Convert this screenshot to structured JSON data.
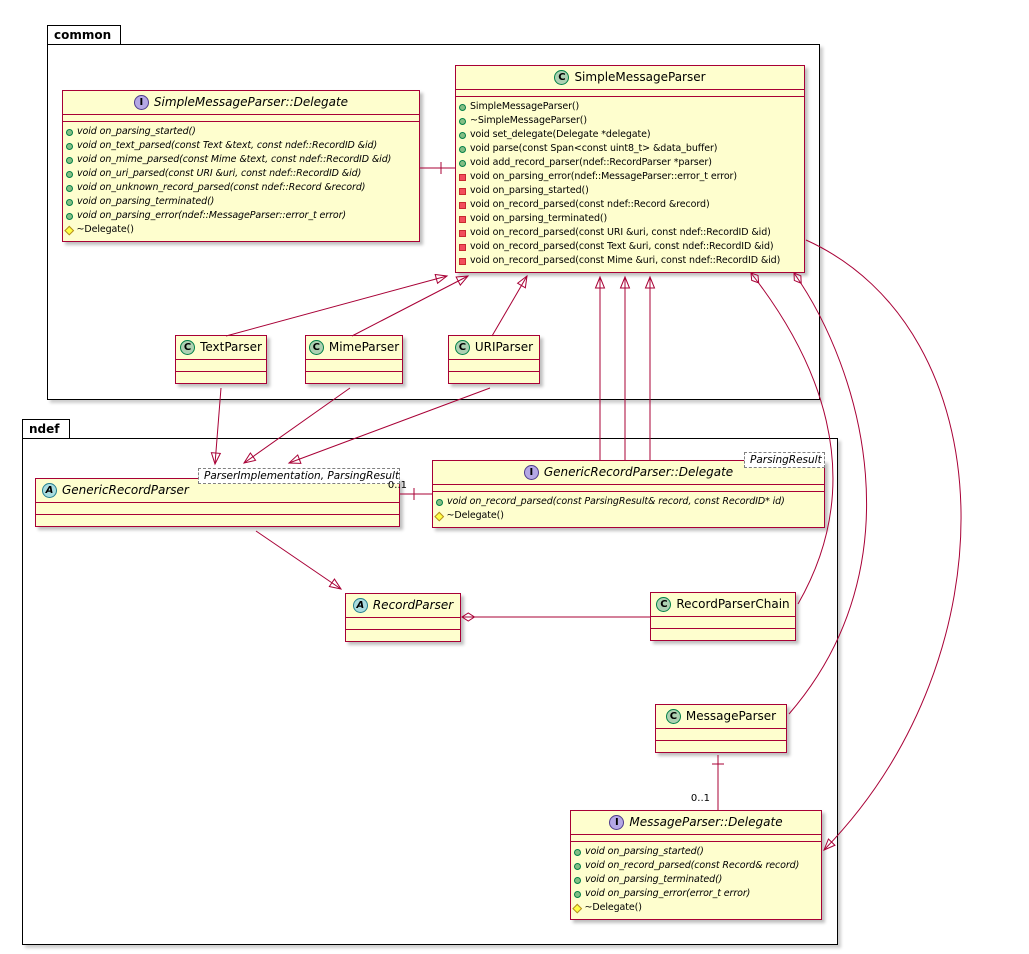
{
  "packages": {
    "common": {
      "label": "common"
    },
    "ndef": {
      "label": "ndef"
    }
  },
  "labels": {
    "grp_delegate_mult": "0..1",
    "mp_delegate_mult": "0..1"
  },
  "colors": {
    "box_fill": "#FEFECE",
    "border": "#A80036",
    "class_spot": "#ADD1B2",
    "interface_spot": "#B4A7E5",
    "abstract_spot": "#A9DCDF",
    "public_icon": "#84BE84",
    "private_icon": "#F24D5C",
    "protected_icon": "#FFFF44"
  },
  "classes": {
    "smp_delegate": {
      "stereotype": "I",
      "name": "SimpleMessageParser::Delegate",
      "methods": [
        {
          "vis": "public",
          "italic": true,
          "text": "void on_parsing_started()"
        },
        {
          "vis": "public",
          "italic": true,
          "text": "void on_text_parsed(const Text &text, const ndef::RecordID &id)"
        },
        {
          "vis": "public",
          "italic": true,
          "text": "void on_mime_parsed(const Mime &text, const ndef::RecordID &id)"
        },
        {
          "vis": "public",
          "italic": true,
          "text": "void on_uri_parsed(const URI &uri, const ndef::RecordID &id)"
        },
        {
          "vis": "public",
          "italic": true,
          "text": "void on_unknown_record_parsed(const ndef::Record &record)"
        },
        {
          "vis": "public",
          "italic": true,
          "text": "void on_parsing_terminated()"
        },
        {
          "vis": "public",
          "italic": true,
          "text": "void on_parsing_error(ndef::MessageParser::error_t error)"
        },
        {
          "vis": "protected",
          "italic": false,
          "text": "~Delegate()"
        }
      ]
    },
    "simple_message_parser": {
      "stereotype": "C",
      "name": "SimpleMessageParser",
      "methods": [
        {
          "vis": "public",
          "italic": false,
          "text": "SimpleMessageParser()"
        },
        {
          "vis": "public",
          "italic": false,
          "text": "~SimpleMessageParser()"
        },
        {
          "vis": "public",
          "italic": false,
          "text": "void set_delegate(Delegate *delegate)"
        },
        {
          "vis": "public",
          "italic": false,
          "text": "void parse(const Span<const uint8_t> &data_buffer)"
        },
        {
          "vis": "public",
          "italic": false,
          "text": "void add_record_parser(ndef::RecordParser *parser)"
        },
        {
          "vis": "private",
          "italic": false,
          "text": "void on_parsing_error(ndef::MessageParser::error_t error)"
        },
        {
          "vis": "private",
          "italic": false,
          "text": "void on_parsing_started()"
        },
        {
          "vis": "private",
          "italic": false,
          "text": "void on_record_parsed(const ndef::Record &record)"
        },
        {
          "vis": "private",
          "italic": false,
          "text": "void on_parsing_terminated()"
        },
        {
          "vis": "private",
          "italic": false,
          "text": "void on_record_parsed(const URI &uri, const ndef::RecordID &id)"
        },
        {
          "vis": "private",
          "italic": false,
          "text": "void on_record_parsed(const Text &uri, const ndef::RecordID &id)"
        },
        {
          "vis": "private",
          "italic": false,
          "text": "void on_record_parsed(const Mime &uri, const ndef::RecordID &id)"
        }
      ]
    },
    "text_parser": {
      "stereotype": "C",
      "name": "TextParser"
    },
    "mime_parser": {
      "stereotype": "C",
      "name": "MimeParser"
    },
    "uri_parser": {
      "stereotype": "C",
      "name": "URIParser"
    },
    "generic_record_parser": {
      "stereotype": "A",
      "name": "GenericRecordParser",
      "template": "ParserImplementation, ParsingResult"
    },
    "grp_delegate": {
      "stereotype": "I",
      "name": "GenericRecordParser::Delegate",
      "template": "ParsingResult",
      "methods": [
        {
          "vis": "public",
          "italic": true,
          "text": "void on_record_parsed(const ParsingResult& record, const RecordID* id)"
        },
        {
          "vis": "protected",
          "italic": false,
          "text": "~Delegate()"
        }
      ]
    },
    "record_parser": {
      "stereotype": "A",
      "name": "RecordParser"
    },
    "record_parser_chain": {
      "stereotype": "C",
      "name": "RecordParserChain"
    },
    "message_parser": {
      "stereotype": "C",
      "name": "MessageParser"
    },
    "mp_delegate": {
      "stereotype": "I",
      "name": "MessageParser::Delegate",
      "methods": [
        {
          "vis": "public",
          "italic": true,
          "text": "void on_parsing_started()"
        },
        {
          "vis": "public",
          "italic": true,
          "text": "void on_record_parsed(const Record& record)"
        },
        {
          "vis": "public",
          "italic": true,
          "text": "void on_parsing_terminated()"
        },
        {
          "vis": "public",
          "italic": true,
          "text": "void on_parsing_error(error_t error)"
        },
        {
          "vis": "protected",
          "italic": false,
          "text": "~Delegate()"
        }
      ]
    }
  }
}
